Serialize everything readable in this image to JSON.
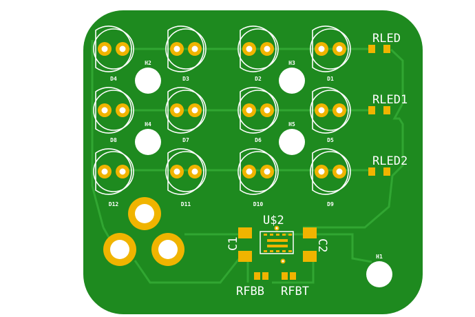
{
  "board": {
    "colors": {
      "pcb": "#1e8a1f",
      "trace": "#31a632",
      "pad": "#f0b400",
      "silk": "#ffffff",
      "hole": "#ffffff"
    }
  },
  "leds": [
    {
      "ref": "D4"
    },
    {
      "ref": "D3"
    },
    {
      "ref": "D2"
    },
    {
      "ref": "D1"
    },
    {
      "ref": "D8"
    },
    {
      "ref": "D7"
    },
    {
      "ref": "D6"
    },
    {
      "ref": "D5"
    },
    {
      "ref": "D12"
    },
    {
      "ref": "D11"
    },
    {
      "ref": "D10"
    },
    {
      "ref": "D9"
    }
  ],
  "holes": [
    {
      "ref": "H2"
    },
    {
      "ref": "H3"
    },
    {
      "ref": "H4"
    },
    {
      "ref": "H5"
    },
    {
      "ref": "H1"
    }
  ],
  "resistors": [
    {
      "ref": "RLED"
    },
    {
      "ref": "RLED1"
    },
    {
      "ref": "RLED2"
    }
  ],
  "ic": {
    "ref": "U$2"
  },
  "caps": [
    {
      "ref": "C1"
    },
    {
      "ref": "C2"
    }
  ],
  "feedback": [
    {
      "ref": "RFBB"
    },
    {
      "ref": "RFBT"
    }
  ]
}
